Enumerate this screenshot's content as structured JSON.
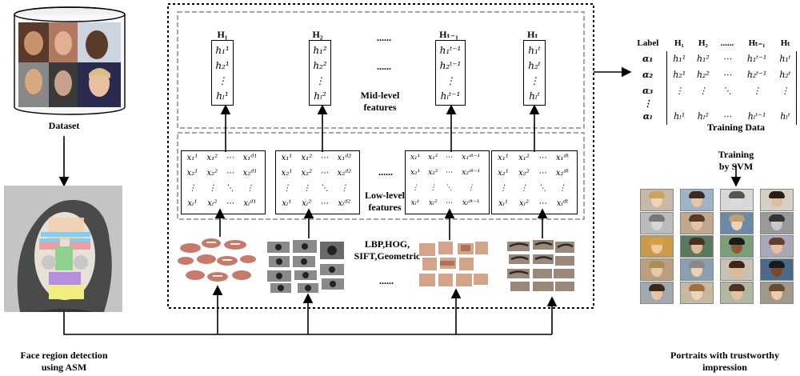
{
  "labels": {
    "dataset": "Dataset",
    "face_region_detection": "Face region detection\nusing ASM",
    "mid_level_features": "Mid-level\nfeatures",
    "low_level_features": "Low-level\nfeatures",
    "extractors": "LBP,HOG,\nSIFT,Geometric",
    "training_data": "Training Data",
    "training_by_svm": "Training\nby SVM",
    "portraits": "Portraits with trustworthy\nimpression",
    "dots_top": "......",
    "dots_top2": "......",
    "dots_mid": "......",
    "dots_bottom": "......"
  },
  "mid_level": [
    {
      "header": "H₁",
      "rows": [
        "h₁¹",
        "h₂¹",
        "⋮",
        "hₗ¹"
      ]
    },
    {
      "header": "H₂",
      "rows": [
        "h₁²",
        "h₂²",
        "⋮",
        "hₗ²"
      ]
    },
    {
      "header": "Hₜ₋₁",
      "rows": [
        "h₁ᵗ⁻¹",
        "h₂ᵗ⁻¹",
        "⋮",
        "hₗᵗ⁻¹"
      ]
    },
    {
      "header": "Hₜ",
      "rows": [
        "h₁ᵗ",
        "h₂ᵗ",
        "⋮",
        "hₗᵗ"
      ]
    }
  ],
  "low_level": [
    {
      "rows": [
        [
          "x₁¹",
          "x₁²",
          "⋯",
          "x₁ᵈ¹"
        ],
        [
          "x₂¹",
          "x₂²",
          "⋯",
          "x₂ᵈ¹"
        ],
        [
          "⋮",
          "⋮",
          "⋱",
          "⋮"
        ],
        [
          "xₗ¹",
          "xₗ²",
          "⋯",
          "xₗᵈ¹"
        ]
      ]
    },
    {
      "rows": [
        [
          "x₁¹",
          "x₁²",
          "⋯",
          "x₁ᵈ²"
        ],
        [
          "x₂¹",
          "x₂²",
          "⋯",
          "x₂ᵈ²"
        ],
        [
          "⋮",
          "⋮",
          "⋱",
          "⋮"
        ],
        [
          "xₗ¹",
          "xₗ²",
          "⋯",
          "xₗᵈ²"
        ]
      ]
    },
    {
      "rows": [
        [
          "x₁¹",
          "x₁²",
          "⋯",
          "x₁ᵈᵗ⁻¹"
        ],
        [
          "x₂¹",
          "x₂²",
          "⋯",
          "x₂ᵈᵗ⁻¹"
        ],
        [
          "⋮",
          "⋮",
          "⋱",
          "⋮"
        ],
        [
          "xₗ¹",
          "xₗ²",
          "⋯",
          "xₗᵈᵗ⁻¹"
        ]
      ]
    },
    {
      "rows": [
        [
          "x₁¹",
          "x₁²",
          "⋯",
          "x₁ᵈᵗ"
        ],
        [
          "x₂¹",
          "x₂²",
          "⋯",
          "x₂ᵈᵗ"
        ],
        [
          "⋮",
          "⋮",
          "⋱",
          "⋮"
        ],
        [
          "xₗ¹",
          "xₗ²",
          "⋯",
          "xₗᵈᵗ"
        ]
      ]
    }
  ],
  "training_table": {
    "header": [
      "Label",
      "H₁",
      "H₂",
      "......",
      "Hₜ₋₁",
      "Hₜ"
    ],
    "rows": [
      [
        "α₁",
        "h₁¹",
        "h₁²",
        "⋯",
        "h₁ᵗ⁻¹",
        "h₁ᵗ"
      ],
      [
        "α₂",
        "h₂¹",
        "h₂²",
        "⋯",
        "h₂ᵗ⁻¹",
        "h₂ᵗ"
      ],
      [
        "α₃",
        "⋮",
        "⋮",
        "⋱",
        "⋮",
        "⋮"
      ],
      [
        "⋮",
        "",
        "",
        "",
        "",
        ""
      ],
      [
        "αₗ",
        "hₗ¹",
        "hₗ²",
        "⋯",
        "hₗᵗ⁻¹",
        "hₗᵗ"
      ]
    ]
  },
  "colors": {
    "region_pink": "#e8a0a0",
    "region_blue": "#7fd0f0",
    "region_green": "#8fd28f",
    "region_purple": "#b58ee0",
    "region_yellow": "#f0ee80",
    "region_gray": "#c8c8c8",
    "dataset_can": "#f5f5f5"
  }
}
